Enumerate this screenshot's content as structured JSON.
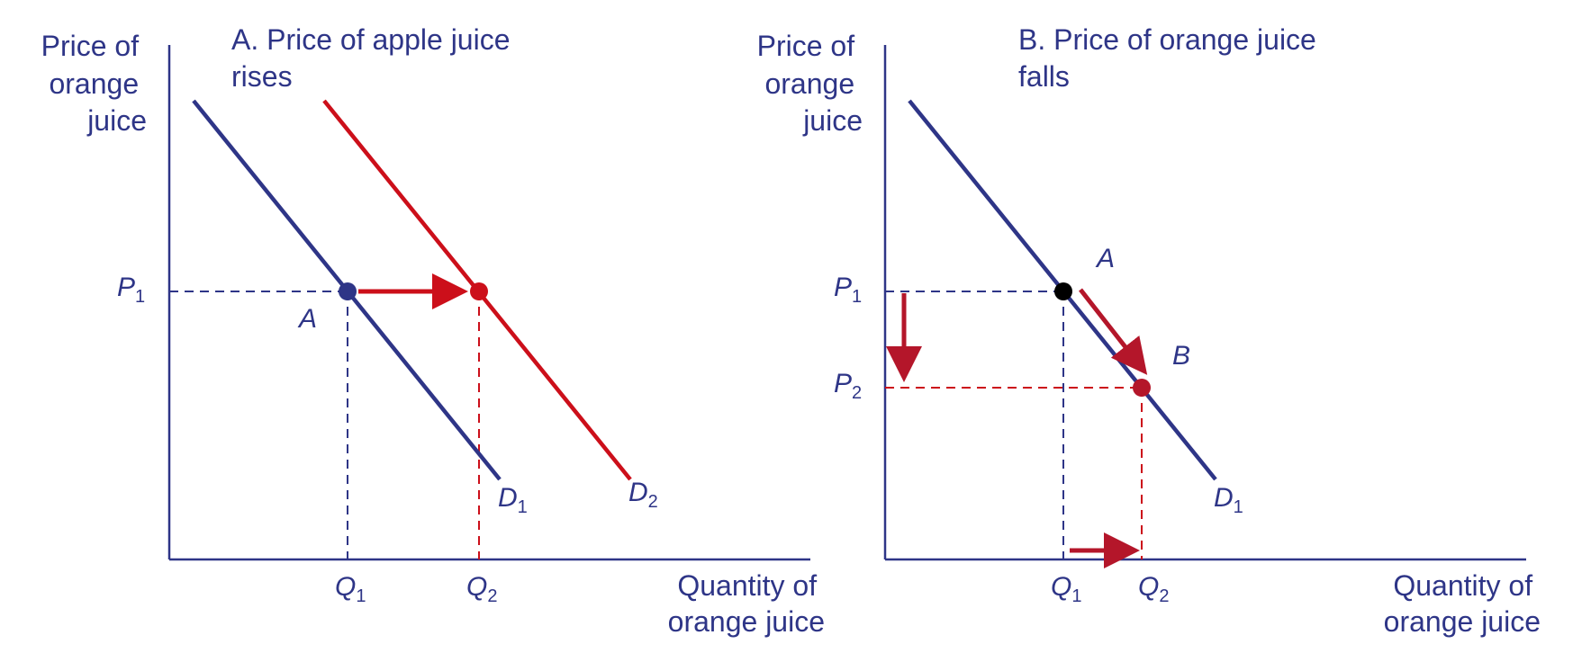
{
  "colors": {
    "navy": "#2e3587",
    "red": "#cc0f1a",
    "dark_red": "#b4162a",
    "black": "#000000"
  },
  "panel_a": {
    "title_line1": "A. Price of apple juice",
    "title_line2": "rises",
    "y_axis_label": [
      "Price of",
      "orange",
      "juice"
    ],
    "x_axis_label": [
      "Quantity of",
      "orange juice"
    ],
    "p1": {
      "letter": "P",
      "sub": "1"
    },
    "q1": {
      "letter": "Q",
      "sub": "1"
    },
    "q2": {
      "letter": "Q",
      "sub": "2"
    },
    "d1": {
      "letter": "D",
      "sub": "1"
    },
    "d2": {
      "letter": "D",
      "sub": "2"
    },
    "point_a": "A"
  },
  "panel_b": {
    "title_line1": "B. Price of orange juice",
    "title_line2": "falls",
    "y_axis_label": [
      "Price of",
      "orange",
      "juice"
    ],
    "x_axis_label": [
      "Quantity of",
      "orange juice"
    ],
    "p1": {
      "letter": "P",
      "sub": "1"
    },
    "p2": {
      "letter": "P",
      "sub": "2"
    },
    "q1": {
      "letter": "Q",
      "sub": "1"
    },
    "q2": {
      "letter": "Q",
      "sub": "2"
    },
    "d1": {
      "letter": "D",
      "sub": "1"
    },
    "point_a": "A",
    "point_b": "B"
  }
}
